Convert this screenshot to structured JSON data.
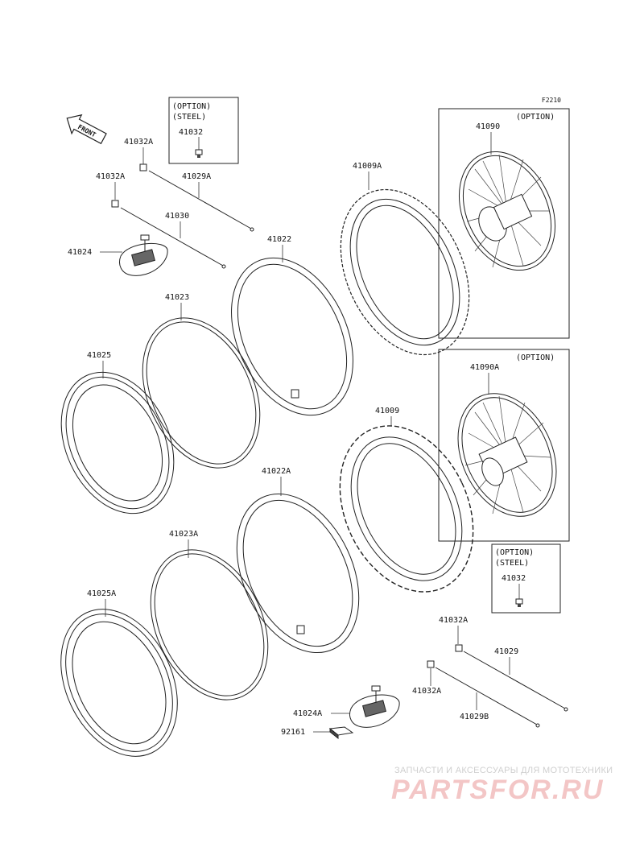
{
  "diagram": {
    "figure_code": "F2210",
    "front_arrow_label": "FRONT",
    "option_label": "(OPTION)",
    "steel_label": "(STEEL)",
    "parts": {
      "p41032A_1": "41032A",
      "p41032A_2": "41032A",
      "p41032A_3": "41032A",
      "p41032A_4": "41032A",
      "p41032_top": "41032",
      "p41032_bottom": "41032",
      "p41029A": "41029A",
      "p41030": "41030",
      "p41029": "41029",
      "p41029B": "41029B",
      "p41024": "41024",
      "p41024A": "41024A",
      "p92161": "92161",
      "p41022": "41022",
      "p41022A": "41022A",
      "p41023": "41023",
      "p41023A": "41023A",
      "p41025": "41025",
      "p41025A": "41025A",
      "p41009A": "41009A",
      "p41009": "41009",
      "p41090": "41090",
      "p41090A": "41090A"
    }
  },
  "watermark": {
    "tagline": "ЗАПЧАСТИ И АКСЕССУАРЫ ДЛЯ МОТОТЕХНИКИ",
    "brand": "PARTSFOR.RU"
  }
}
